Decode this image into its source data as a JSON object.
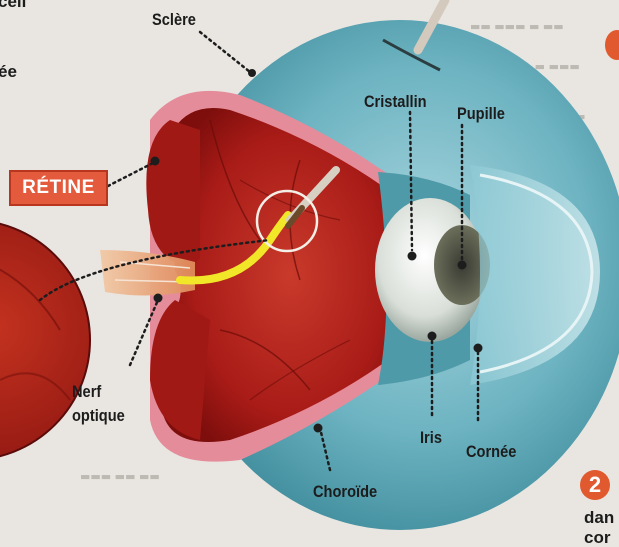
{
  "labels": {
    "sclere": "Sclère",
    "cristallin": "Cristallin",
    "pupille": "Pupille",
    "retine": "RÉTINE",
    "nerf_line1": "Nerf",
    "nerf_line2": "optique",
    "iris": "Iris",
    "cornee": "Cornée",
    "choroide": "Choroïde"
  },
  "edge_text": {
    "top_left": "cell",
    "left": "ée",
    "bottom_right": "dan",
    "bottom_right_2": "cor"
  },
  "badges": {
    "step_2": "2"
  },
  "colors": {
    "sclera_teal": "#5ba7b6",
    "retina_red": "#b5201c",
    "choroid_pink": "#e58c9a",
    "label_box": "#e35a3c",
    "badge_orange": "#e0592f",
    "nerve_yellow": "#f2e629"
  }
}
